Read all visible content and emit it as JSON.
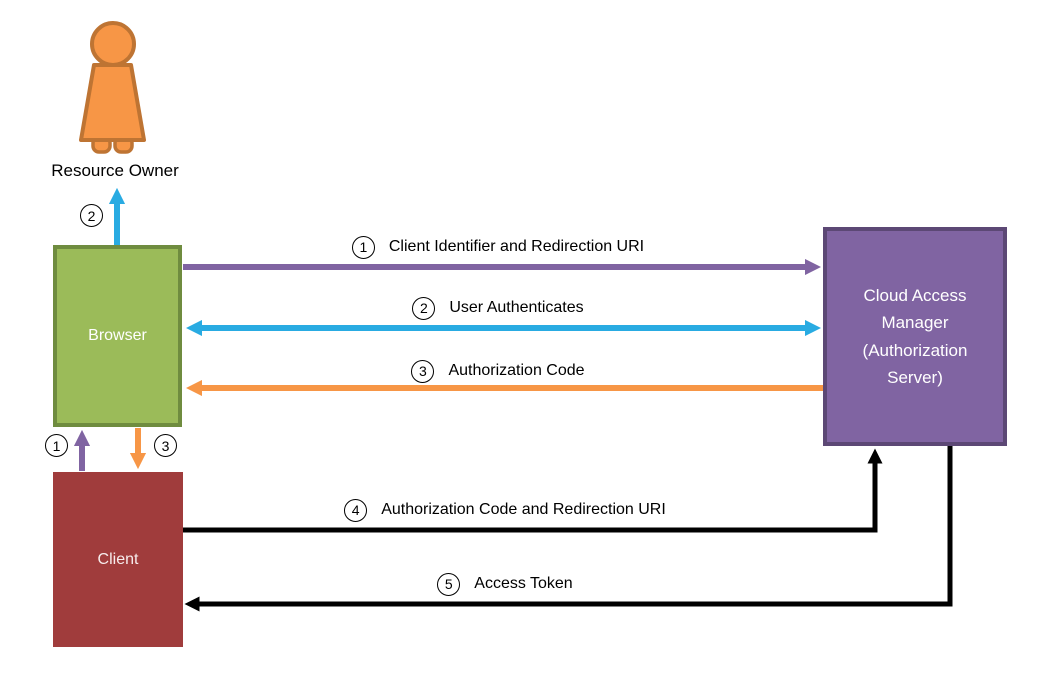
{
  "diagram": {
    "resource_owner": {
      "label": "Resource Owner"
    },
    "boxes": {
      "browser": {
        "label": "Browser",
        "fill": "#9BBB59",
        "border": "#6F8C3F"
      },
      "client": {
        "label": "Client",
        "fill": "#A03C3C"
      },
      "auth_server": {
        "label": "Cloud Access Manager (Authorization Server)",
        "fill": "#8064A2",
        "border": "#5C4875"
      }
    },
    "steps": [
      {
        "num": "1",
        "label": "Client Identifier and Redirection URI",
        "from": "Browser",
        "to": "Cloud Access Manager",
        "color": "#8064A2",
        "bidirectional": false
      },
      {
        "num": "2",
        "label": "User Authenticates",
        "from": "Browser",
        "to": "Cloud Access Manager",
        "color": "#29ABE2",
        "bidirectional": true
      },
      {
        "num": "3",
        "label": "Authorization Code",
        "from": "Cloud Access Manager",
        "to": "Browser",
        "color": "#F79646",
        "bidirectional": false
      },
      {
        "num": "4",
        "label": "Authorization Code and Redirection URI",
        "from": "Client",
        "to": "Cloud Access Manager",
        "color": "#000000",
        "bidirectional": false
      },
      {
        "num": "5",
        "label": "Access Token",
        "from": "Cloud Access Manager",
        "to": "Client",
        "color": "#000000",
        "bidirectional": false
      }
    ],
    "vertical_step_markers": [
      {
        "num": "2",
        "between": "Browser and Resource Owner",
        "color": "#29ABE2"
      },
      {
        "num": "1",
        "between": "Client and Browser",
        "color": "#8064A2"
      },
      {
        "num": "3",
        "between": "Browser and Client",
        "color": "#F79646"
      }
    ],
    "person_icon": {
      "fill": "#F79646",
      "stroke": "#BE7433"
    }
  }
}
